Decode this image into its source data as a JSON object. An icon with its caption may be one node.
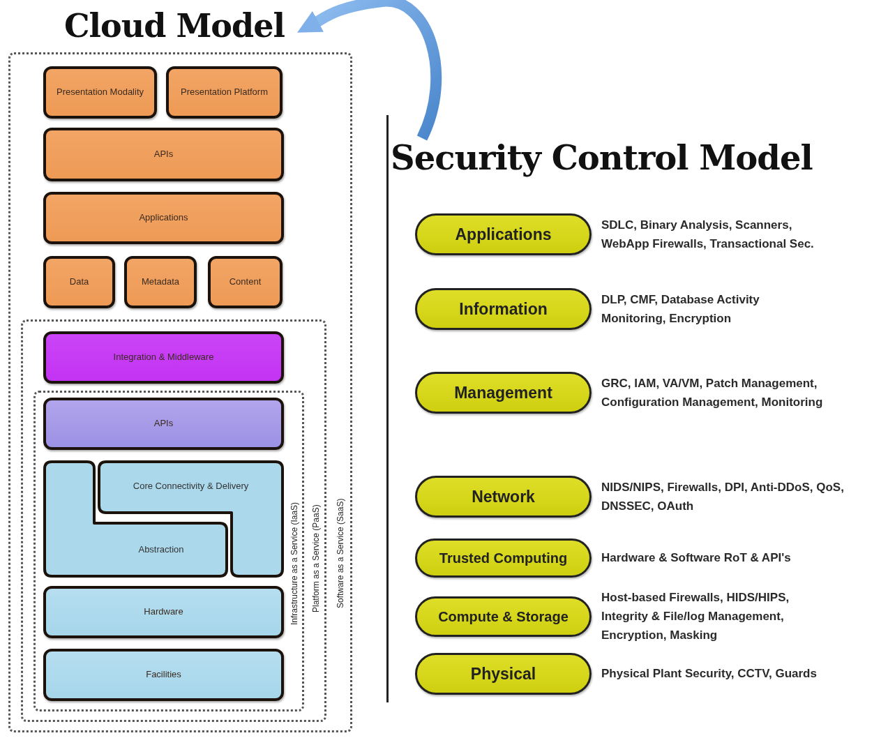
{
  "diagram": {
    "nodes": [
      {
        "text": [
          "Cloud Model"
        ]
      },
      {
        "text": [
          "Software as a Service (SaaS)"
        ]
      },
      {
        "text": [
          "Presentation Modality"
        ],
        "in": 1
      },
      {
        "text": [
          "Presentation Platform"
        ],
        "in": 1
      },
      {
        "text": [
          "APIs"
        ],
        "in": 1
      },
      {
        "text": [
          "Applications"
        ],
        "in": 1
      },
      {
        "text": [
          "Data"
        ],
        "in": 1
      },
      {
        "text": [
          "Metadata"
        ],
        "in": 1
      },
      {
        "text": [
          "Content"
        ],
        "in": 1
      },
      {
        "text": [
          "Platform as a Service (PaaS)"
        ],
        "in": 1
      },
      {
        "text": [
          "Integration & Middleware"
        ],
        "in": 9
      },
      {
        "text": [
          "Infrastructure as a Service (IaaS)"
        ],
        "in": 9
      },
      {
        "text": [
          "APIs"
        ],
        "in": 11
      },
      {
        "text": [
          "Core Connectivity & Delivery"
        ],
        "in": 11
      },
      {
        "text": [
          "Abstraction"
        ],
        "in": 11
      },
      {
        "text": [
          "Hardware"
        ],
        "in": 11
      },
      {
        "text": [
          "Facilities"
        ],
        "in": 11
      },
      {
        "text": [
          "Security Control Model"
        ]
      },
      {
        "text": [
          "Applications"
        ],
        "beside": [
          "SDLC, Binary Analysis, Scanners, WebApp Firewalls, Transactional Sec."
        ]
      },
      {
        "text": [
          "Information"
        ],
        "beside": [
          "DLP, CMF, Database Activity Monitoring, Encryption"
        ]
      },
      {
        "text": [
          "Management"
        ],
        "beside": [
          "GRC, IAM, VA/VM, Patch Management, Configuration Management, Monitoring"
        ]
      },
      {
        "text": [
          "Network"
        ],
        "beside": [
          "NIDS/NIPS, Firewalls, DPI, Anti-DDoS, QoS, DNSSEC, OAuth"
        ]
      },
      {
        "text": [
          "Trusted Computing"
        ],
        "beside": [
          "Hardware & Software RoT & API's"
        ]
      },
      {
        "text": [
          "Compute & Storage"
        ],
        "beside": [
          "Host-based Firewalls, HIDS/HIPS, Integrity & File/log Management, Encryption, Masking"
        ]
      },
      {
        "text": [
          "Physical"
        ],
        "beside": [
          "Physical Plant Security, CCTV, Guards"
        ]
      }
    ],
    "edges": [
      {
        "from": 17,
        "to": 0,
        "arrow": "to"
      }
    ]
  }
}
